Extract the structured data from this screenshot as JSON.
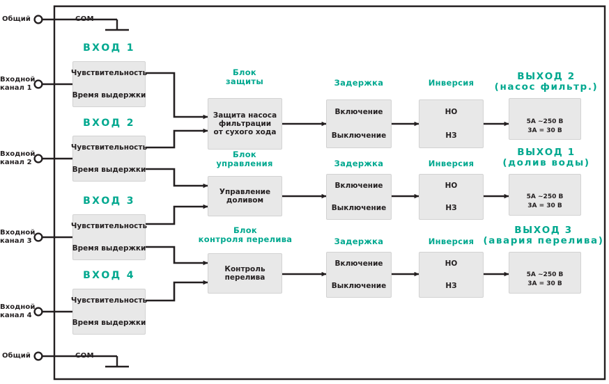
{
  "diagram": {
    "title": "Functional block diagram of level control relay",
    "accent_color": "#00a88f",
    "line_color": "#231f20",
    "box_fill": "#e8e8e8"
  },
  "terminals": {
    "common_top": {
      "label": "Общий",
      "tag": "COM"
    },
    "common_bottom": {
      "label": "Общий",
      "tag": "COM"
    },
    "inputs": [
      {
        "label": "Входной\nканал 1"
      },
      {
        "label": "Входной\nканал 2"
      },
      {
        "label": "Входной\nканал 3"
      },
      {
        "label": "Входной\nканал 4"
      }
    ]
  },
  "input_groups": [
    {
      "title": "ВХОД 1",
      "top_cell": "Чувствительность",
      "bottom_cell": "Время выдержки"
    },
    {
      "title": "ВХОД 2",
      "top_cell": "Чувствительность",
      "bottom_cell": "Время выдержки"
    },
    {
      "title": "ВХОД 3",
      "top_cell": "Чувствительность",
      "bottom_cell": "Время выдержки"
    },
    {
      "title": "ВХОД 4",
      "top_cell": "Чувствительность",
      "bottom_cell": "Время выдержки"
    }
  ],
  "function_blocks": [
    {
      "title": "Блок\nзащиты",
      "body": "Защита насоса\nфильтрации\nот сухого хода"
    },
    {
      "title": "Блок\nуправления",
      "body": "Управление\nдоливом"
    },
    {
      "title": "Блок\nконтроля перелива",
      "body": "Контроль\nперелива"
    }
  ],
  "delay_blocks": [
    {
      "title": "Задержка",
      "top_cell": "Включение",
      "bottom_cell": "Выключение"
    },
    {
      "title": "Задержка",
      "top_cell": "Включение",
      "bottom_cell": "Выключение"
    },
    {
      "title": "Задержка",
      "top_cell": "Включение",
      "bottom_cell": "Выключение"
    }
  ],
  "inversion_blocks": [
    {
      "title": "Инверсия",
      "top_cell": "НО",
      "bottom_cell": "НЗ"
    },
    {
      "title": "Инверсия",
      "top_cell": "НО",
      "bottom_cell": "НЗ"
    },
    {
      "title": "Инверсия",
      "top_cell": "НО",
      "bottom_cell": "НЗ"
    }
  ],
  "outputs": [
    {
      "title": "ВЫХОД 2\n(насос фильтр.)",
      "icon": "relay-contact-icon",
      "rating_ac": "5A ~250 В",
      "rating_dc": "3A = 30 В"
    },
    {
      "title": "ВЫХОД 1\n(долив воды)",
      "icon": "relay-contact-icon",
      "rating_ac": "5A ~250 В",
      "rating_dc": "3A = 30 В"
    },
    {
      "title": "ВЫХОД 3\n(авария перелива)",
      "icon": "relay-contact-icon",
      "rating_ac": "5A ~250 В",
      "rating_dc": "3A = 30 В"
    }
  ]
}
